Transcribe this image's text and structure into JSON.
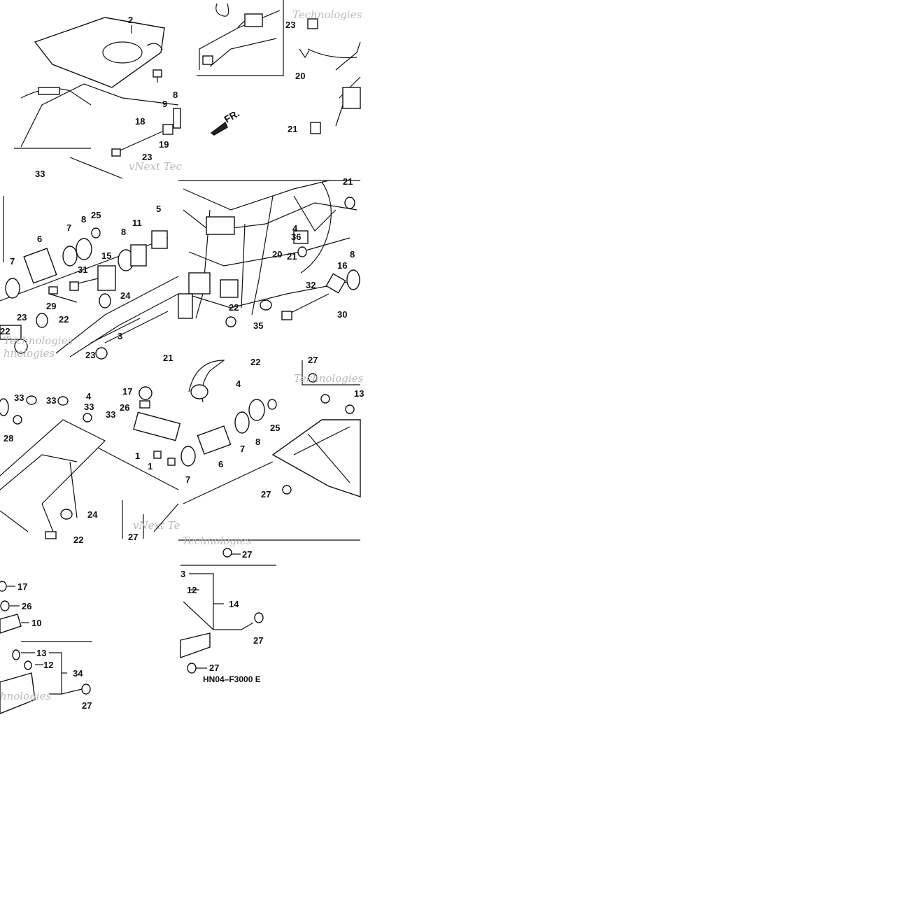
{
  "diagram": {
    "code": "HN04–F3000 E",
    "direction_label": "FR.",
    "watermarks": [
      {
        "text": "Technologies"
      },
      {
        "text": "vNext Tec"
      },
      {
        "text": "Technologies"
      },
      {
        "text": "hnologies"
      },
      {
        "text": "vNext Te"
      },
      {
        "text": "Technologies"
      },
      {
        "text": "Technologies"
      },
      {
        "text": "hnologies"
      }
    ],
    "callouts": [
      "2",
      "18",
      "9",
      "8",
      "19",
      "23",
      "33",
      "23",
      "20",
      "21",
      "6",
      "7",
      "8",
      "25",
      "8",
      "11",
      "5",
      "7",
      "31",
      "15",
      "24",
      "29",
      "23",
      "22",
      "22",
      "23",
      "3",
      "21",
      "4",
      "36",
      "20",
      "21",
      "21",
      "8",
      "16",
      "32",
      "30",
      "22",
      "35",
      "33",
      "33",
      "4",
      "33",
      "33",
      "28",
      "17",
      "26",
      "1",
      "1",
      "24",
      "22",
      "27",
      "22",
      "4",
      "7",
      "8",
      "25",
      "7",
      "6",
      "27",
      "13",
      "27",
      "27",
      "3",
      "12",
      "14",
      "27",
      "27",
      "17",
      "26",
      "10",
      "13",
      "12",
      "34",
      "27"
    ]
  }
}
